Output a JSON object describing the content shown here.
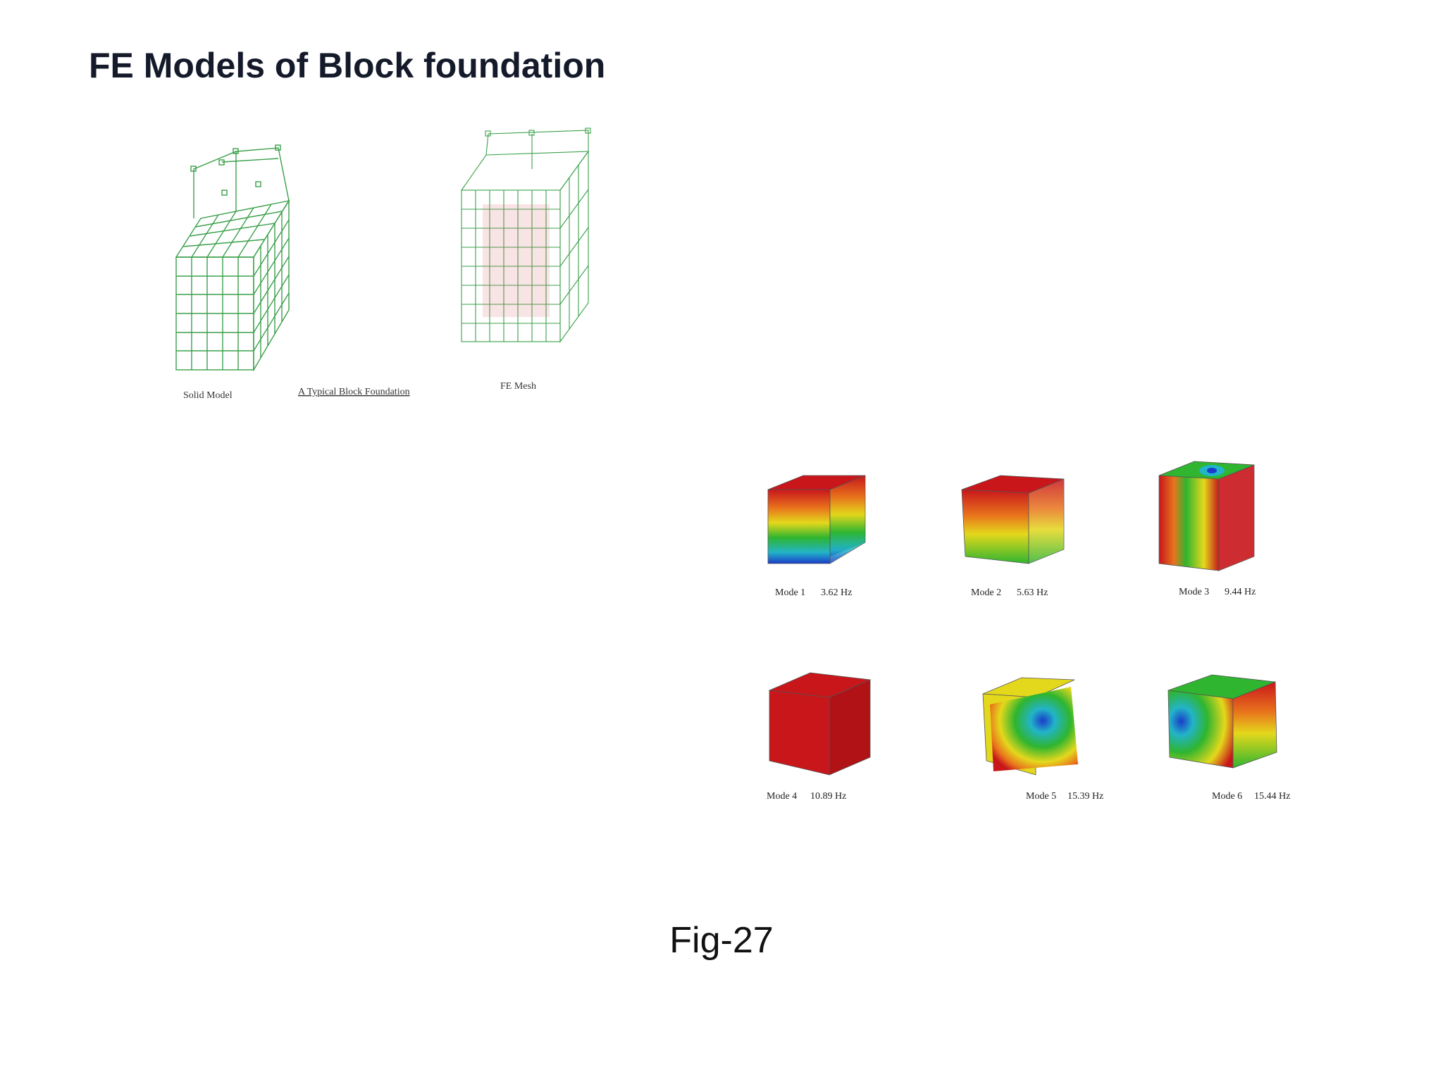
{
  "slide": {
    "title": "FE Models of Block foundation",
    "caption": "Fig-27"
  },
  "top_figure": {
    "solid_label": "Solid Model",
    "center_label": "A Typical Block Foundation",
    "mesh_label": "FE Mesh",
    "mesh_color": "#3aa04a"
  },
  "modes": [
    {
      "label": "Mode 1",
      "freq": "3.62 Hz"
    },
    {
      "label": "Mode 2",
      "freq": "5.63 Hz"
    },
    {
      "label": "Mode 3",
      "freq": "9.44 Hz"
    },
    {
      "label": "Mode 4",
      "freq": "10.89 Hz"
    },
    {
      "label": "Mode 5",
      "freq": "15.39 Hz"
    },
    {
      "label": "Mode 6",
      "freq": "15.44 Hz"
    }
  ],
  "colors": {
    "contour_red": "#c8161b",
    "contour_orange": "#e8741c",
    "contour_yellow": "#e4d81c",
    "contour_green": "#2fb52f",
    "contour_cyan": "#22b4c8",
    "contour_blue": "#1a3cc8"
  }
}
